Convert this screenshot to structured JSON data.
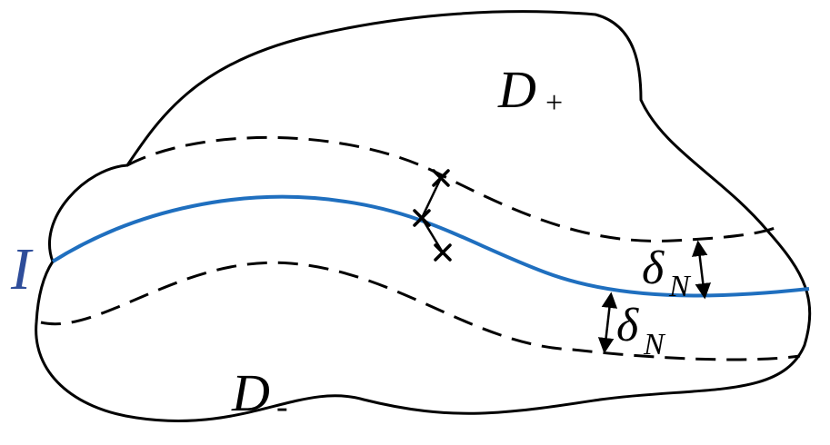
{
  "labels": {
    "interface": "I",
    "domain_plus": "D",
    "domain_plus_sub": "+",
    "domain_minus": "D",
    "domain_minus_sub": "-",
    "delta_upper": "δ",
    "delta_upper_sub": "N",
    "delta_lower": "δ",
    "delta_lower_sub": "N"
  },
  "colors": {
    "outline": "#000000",
    "interface_curve": "#1f6fbf",
    "interface_label": "#2e4d9a"
  },
  "icons": {
    "stencil_marker": "cross-icon"
  }
}
